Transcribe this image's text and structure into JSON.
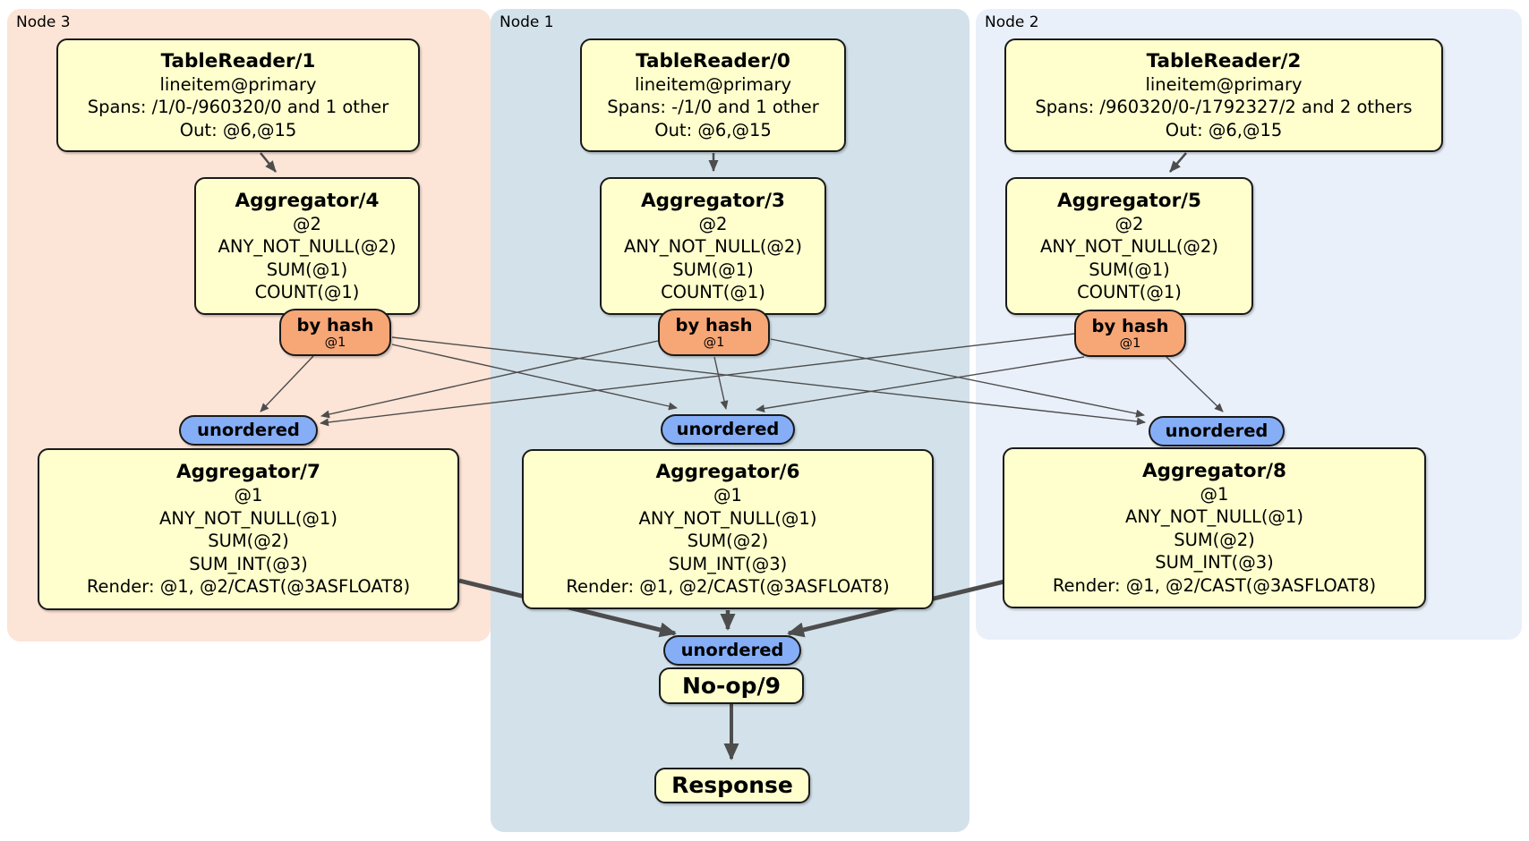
{
  "regions": [
    {
      "label": "Node 3"
    },
    {
      "label": "Node 1"
    },
    {
      "label": "Node 2"
    }
  ],
  "processors": {
    "tablereader1": {
      "title": "TableReader/1",
      "lines": [
        "lineitem@primary",
        "Spans: /1/0-/960320/0 and 1 other",
        "Out: @6,@15"
      ]
    },
    "tablereader0": {
      "title": "TableReader/0",
      "lines": [
        "lineitem@primary",
        "Spans: -/1/0 and 1 other",
        "Out: @6,@15"
      ]
    },
    "tablereader2": {
      "title": "TableReader/2",
      "lines": [
        "lineitem@primary",
        "Spans: /960320/0-/1792327/2 and 2 others",
        "Out: @6,@15"
      ]
    },
    "aggregator4": {
      "title": "Aggregator/4",
      "lines": [
        "@2",
        "ANY_NOT_NULL(@2)",
        "SUM(@1)",
        "COUNT(@1)"
      ]
    },
    "aggregator3": {
      "title": "Aggregator/3",
      "lines": [
        "@2",
        "ANY_NOT_NULL(@2)",
        "SUM(@1)",
        "COUNT(@1)"
      ]
    },
    "aggregator5": {
      "title": "Aggregator/5",
      "lines": [
        "@2",
        "ANY_NOT_NULL(@2)",
        "SUM(@1)",
        "COUNT(@1)"
      ]
    },
    "aggregator7": {
      "title": "Aggregator/7",
      "lines": [
        "@1",
        "ANY_NOT_NULL(@1)",
        "SUM(@2)",
        "SUM_INT(@3)",
        "Render: @1, @2/CAST(@3ASFLOAT8)"
      ]
    },
    "aggregator6": {
      "title": "Aggregator/6",
      "lines": [
        "@1",
        "ANY_NOT_NULL(@1)",
        "SUM(@2)",
        "SUM_INT(@3)",
        "Render: @1, @2/CAST(@3ASFLOAT8)"
      ]
    },
    "aggregator8": {
      "title": "Aggregator/8",
      "lines": [
        "@1",
        "ANY_NOT_NULL(@1)",
        "SUM(@2)",
        "SUM_INT(@3)",
        "Render: @1, @2/CAST(@3ASFLOAT8)"
      ]
    },
    "noop9": {
      "title": "No-op/9"
    },
    "response": {
      "title": "Response"
    }
  },
  "streams": {
    "by_hash": {
      "label": "by hash",
      "key": "@1"
    },
    "unordered": {
      "label": "unordered"
    }
  },
  "colors": {
    "node3_region": "#fce4d6",
    "node1_region": "#d3e1ea",
    "node2_region": "#eaf0fa",
    "processor_fill": "#feffcd",
    "by_hash_fill": "#f7a676",
    "unordered_fill": "#85aef7",
    "edge": "#4d4d4d",
    "border": "#1a1a1a"
  }
}
